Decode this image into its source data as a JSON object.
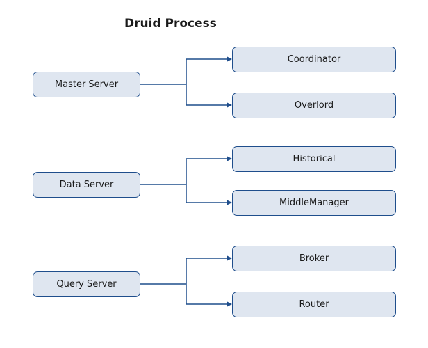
{
  "title": "Druid Process",
  "servers": [
    {
      "label": "Master Server",
      "children": [
        "Coordinator",
        "Overlord"
      ]
    },
    {
      "label": "Data Server",
      "children": [
        "Historical",
        "MiddleManager"
      ]
    },
    {
      "label": "Query Server",
      "children": [
        "Broker",
        "Router"
      ]
    }
  ],
  "colors": {
    "node_fill": "#dfe6f0",
    "node_border": "#1f4e8c",
    "connector": "#1f4e8c"
  }
}
